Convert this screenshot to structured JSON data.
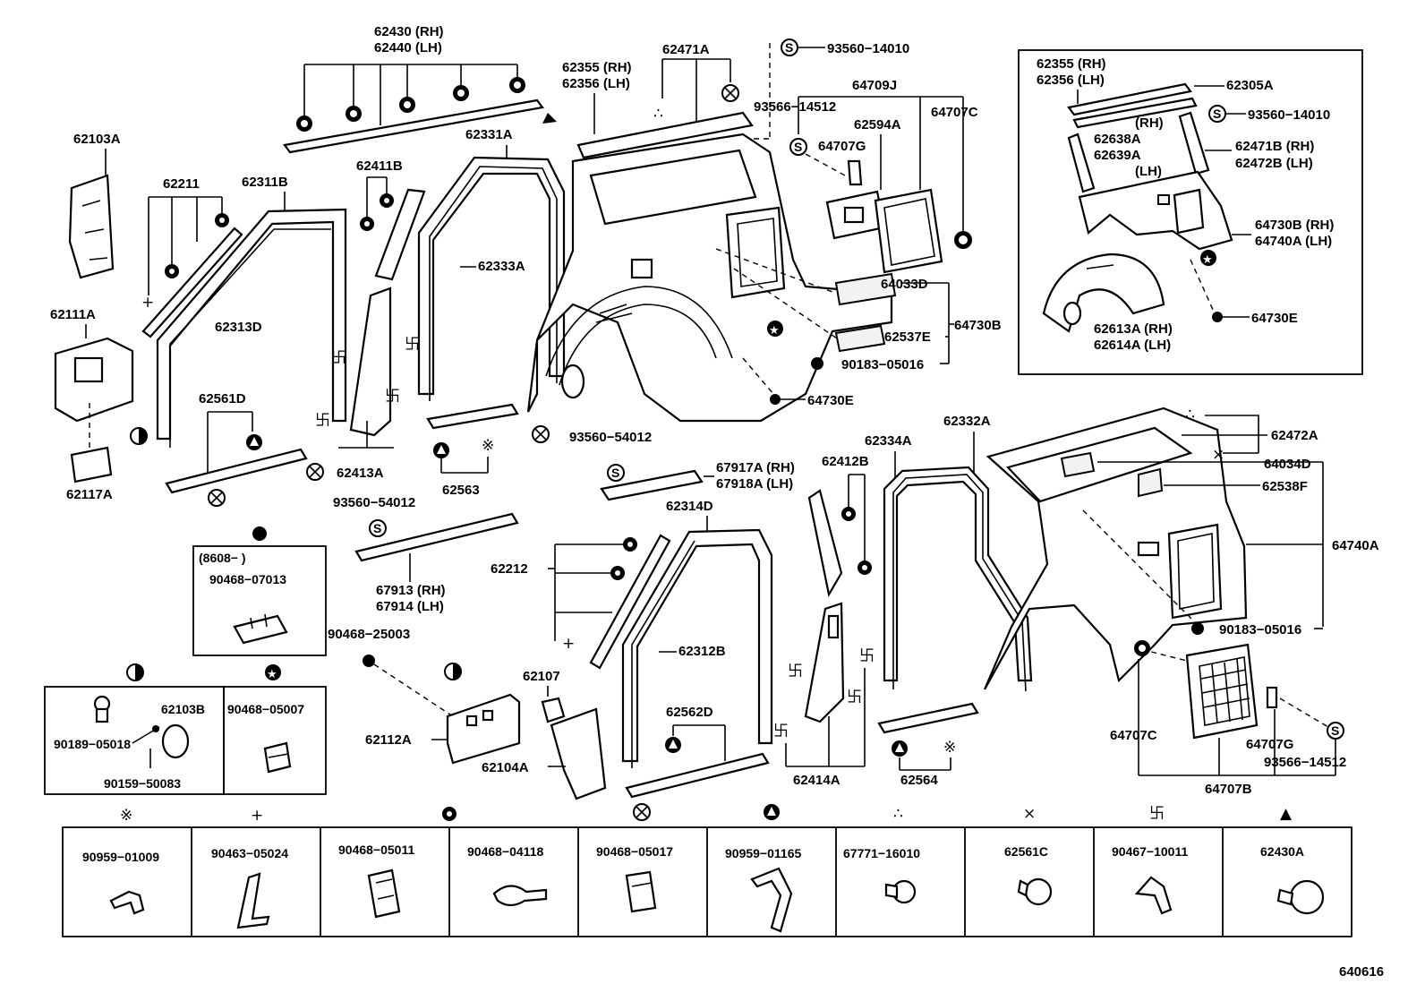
{
  "diagram_id": "640616",
  "callouts": [
    {
      "id": "c1",
      "text": "62430 (RH)"
    },
    {
      "id": "c2",
      "text": "62440 (LH)"
    },
    {
      "id": "c3",
      "text": "62103A"
    },
    {
      "id": "c4",
      "text": "62211"
    },
    {
      "id": "c5",
      "text": "62311B"
    },
    {
      "id": "c6",
      "text": "62411B"
    },
    {
      "id": "c7",
      "text": "62331A"
    },
    {
      "id": "c8",
      "text": "62355 (RH)"
    },
    {
      "id": "c9",
      "text": "62356 (LH)"
    },
    {
      "id": "c10",
      "text": "62471A"
    },
    {
      "id": "c11",
      "text": "93560−14010"
    },
    {
      "id": "c12",
      "text": "93566−14512"
    },
    {
      "id": "c13",
      "text": "64709J"
    },
    {
      "id": "c14",
      "text": "62594A"
    },
    {
      "id": "c15",
      "text": "64707C"
    },
    {
      "id": "c16",
      "text": "64707G"
    },
    {
      "id": "c17",
      "text": "62333A"
    },
    {
      "id": "c18",
      "text": "62111A"
    },
    {
      "id": "c19",
      "text": "62313D"
    },
    {
      "id": "c20",
      "text": "64033D"
    },
    {
      "id": "c21",
      "text": "64730B"
    },
    {
      "id": "c22",
      "text": "62537E"
    },
    {
      "id": "c23",
      "text": "90183−05016"
    },
    {
      "id": "c24",
      "text": "64730E"
    },
    {
      "id": "c25",
      "text": "62561D"
    },
    {
      "id": "c26",
      "text": "62413A"
    },
    {
      "id": "c27",
      "text": "62117A"
    },
    {
      "id": "c28",
      "text": "62563"
    },
    {
      "id": "c29",
      "text": "93560−54012"
    },
    {
      "id": "c30",
      "text": "93560−54012"
    },
    {
      "id": "c31",
      "text": "67917A (RH)"
    },
    {
      "id": "c32",
      "text": "67918A (LH)"
    },
    {
      "id": "c33",
      "text": "62314D"
    },
    {
      "id": "c34",
      "text": "62412B"
    },
    {
      "id": "c35",
      "text": "62334A"
    },
    {
      "id": "c36",
      "text": "62332A"
    },
    {
      "id": "c37",
      "text": "62472A"
    },
    {
      "id": "c38",
      "text": "64034D"
    },
    {
      "id": "c39",
      "text": "62538F"
    },
    {
      "id": "c40",
      "text": "64740A"
    },
    {
      "id": "c41",
      "text": "67913 (RH)"
    },
    {
      "id": "c42",
      "text": "67914 (LH)"
    },
    {
      "id": "c43",
      "text": "62212"
    },
    {
      "id": "c44",
      "text": "90468−25003"
    },
    {
      "id": "c45",
      "text": "62312B"
    },
    {
      "id": "c46",
      "text": "62107"
    },
    {
      "id": "c47",
      "text": "62112A"
    },
    {
      "id": "c48",
      "text": "62104A"
    },
    {
      "id": "c49",
      "text": "62562D"
    },
    {
      "id": "c50",
      "text": "62414A"
    },
    {
      "id": "c51",
      "text": "62564"
    },
    {
      "id": "c52",
      "text": "90183−05016"
    },
    {
      "id": "c53",
      "text": "64707C"
    },
    {
      "id": "c54",
      "text": "64707G"
    },
    {
      "id": "c55",
      "text": "93566−14512"
    },
    {
      "id": "c56",
      "text": "64707B"
    },
    {
      "id": "c57",
      "text": "62355 (RH)"
    },
    {
      "id": "c58",
      "text": "62356 (LH)"
    },
    {
      "id": "c59",
      "text": "62305A"
    },
    {
      "id": "c60",
      "text": "93560−14010"
    },
    {
      "id": "c61",
      "text": "(RH)"
    },
    {
      "id": "c62",
      "text": "62638A"
    },
    {
      "id": "c63",
      "text": "62639A"
    },
    {
      "id": "c64",
      "text": "(LH)"
    },
    {
      "id": "c65",
      "text": "62471B (RH)"
    },
    {
      "id": "c66",
      "text": "62472B (LH)"
    },
    {
      "id": "c67",
      "text": "64730B (RH)"
    },
    {
      "id": "c68",
      "text": "64740A (LH)"
    },
    {
      "id": "c69",
      "text": "64730E"
    },
    {
      "id": "c70",
      "text": "62613A (RH)"
    },
    {
      "id": "c71",
      "text": "62614A (LH)"
    }
  ],
  "insets": {
    "inset1": {
      "symbol": "●",
      "note": "(8608−     )",
      "part": "90468−07013"
    },
    "inset2": {
      "symbol": "◑",
      "part_a": "62103B",
      "part_b": "90189−05018",
      "part_c": "90159−50083"
    },
    "inset3": {
      "symbol": "★",
      "part": "90468−05007"
    }
  },
  "legend": [
    {
      "symbol": "※",
      "part": "90959−01009"
    },
    {
      "symbol": "+",
      "part": "90463−05024"
    },
    {
      "symbol": "⊙",
      "part": "90468−05011"
    },
    {
      "symbol": "",
      "part": "90468−04118"
    },
    {
      "symbol": "⊗",
      "part": "90468−05017"
    },
    {
      "symbol": "▲",
      "part": "90959−01165"
    },
    {
      "symbol": "∴",
      "part": "67771−16010"
    },
    {
      "symbol": "×",
      "part": "62561C"
    },
    {
      "symbol": "卐",
      "part": "90467−10011"
    },
    {
      "symbol": "▲",
      "part": "62430A"
    }
  ]
}
